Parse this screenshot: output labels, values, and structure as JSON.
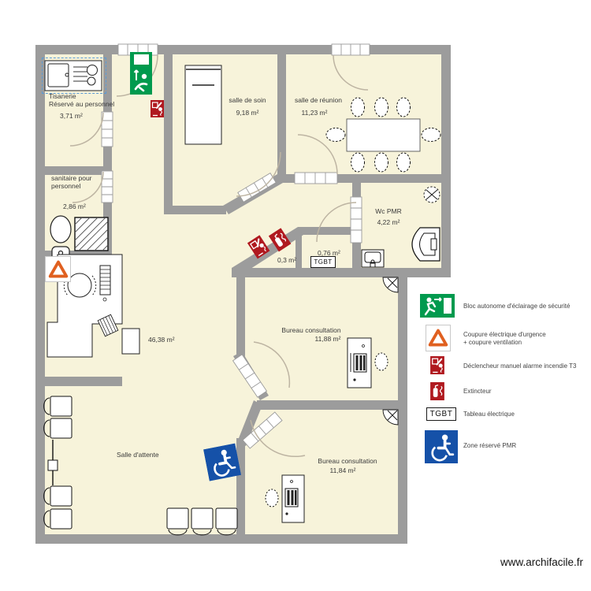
{
  "rooms": {
    "tisanerie": {
      "name_line1": "Tisanerie",
      "name_line2": "Réservé au personnel",
      "area": "3,71 m²"
    },
    "sanitaire": {
      "name_line1": "sanitaire pour",
      "name_line2": "personnel",
      "area": "2,86 m²"
    },
    "salle_de_soin": {
      "name": "salle de soin",
      "area": "9,18 m²"
    },
    "salle_de_reunion": {
      "name": "salle de réunion",
      "area": "11,23 m²"
    },
    "wc_pmr": {
      "name": "Wc PMR",
      "area": "4,22 m²"
    },
    "reduit": {
      "area": "0,3 m²"
    },
    "placard_tgbt": {
      "area": "0,76 m²",
      "tgbt_label": "TGBT"
    },
    "accueil": {
      "area": "46,38 m²"
    },
    "bureau_consultation_1": {
      "name": "Bureau consultation",
      "area": "11,88 m²"
    },
    "salle_attente": {
      "name": "Salle d'attente"
    },
    "bureau_consultation_2": {
      "name": "Bureau consultation",
      "area": "11,84 m²"
    }
  },
  "legend": {
    "items": [
      {
        "label": "Bloc autonome d'éclairage de sécurité"
      },
      {
        "label": "Coupure électrique d'urgence",
        "label2": "+ coupure ventilation"
      },
      {
        "label": "Déclencheur manuel alarme incendie T3"
      },
      {
        "label": "Extincteur"
      },
      {
        "label": "Tableau électrique",
        "box_text": "TGBT"
      },
      {
        "label": "Zone réservé PMR"
      }
    ]
  },
  "colors": {
    "wall": "#9c9c9c",
    "room": "#f7f3da",
    "exit_green": "#009a4e",
    "alarm_red": "#b0191f",
    "warning_orange": "#e06020",
    "pmr_blue": "#1551a8"
  },
  "app": {
    "watermark": "www.archifacile.fr"
  }
}
